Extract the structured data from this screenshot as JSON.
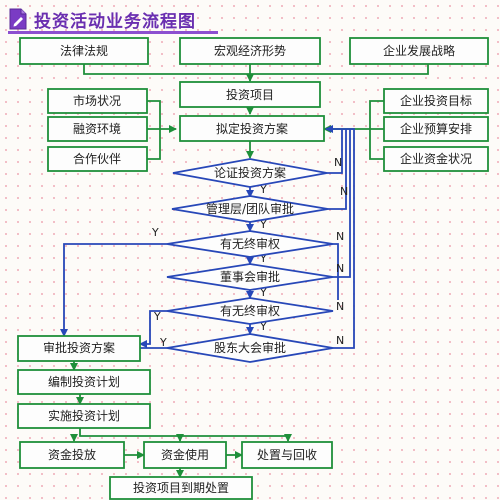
{
  "title": "投资活动业务流程图",
  "nodes": {
    "legal": "法律法规",
    "macro": "宏观经济形势",
    "strategy": "企业发展战略",
    "market": "市场状况",
    "finance_env": "融资环境",
    "partner": "合作伙伴",
    "project": "投资项目",
    "draft_plan": "拟定投资方案",
    "goal": "企业投资目标",
    "budget": "企业预算安排",
    "funds": "企业资金状况",
    "d_demonstrate": "论证投资方案",
    "d_mgmt": "管理层/团队审批",
    "d_exceed1": "有无终审权",
    "d_board": "董事会审批",
    "d_exceed2": "有无终审权",
    "d_shareholder": "股东大会审批",
    "approve_plan": "审批投资方案",
    "compile_plan": "编制投资计划",
    "implement_plan": "实施投资计划",
    "invest_funds": "资金投放",
    "use_funds": "资金使用",
    "dispose": "处置与回收",
    "maturity": "投资项目到期处置"
  },
  "labels": {
    "y": "Y",
    "n": "N"
  }
}
